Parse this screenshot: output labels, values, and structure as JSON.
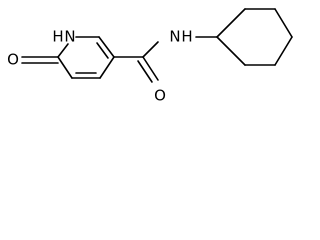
{
  "structure": {
    "atom_labels": {
      "ring_nh": "H",
      "ring_n": "N",
      "carbonyl_o_left": "O",
      "amide_nh": "H",
      "amide_n": "N",
      "amide_o": "O"
    }
  }
}
